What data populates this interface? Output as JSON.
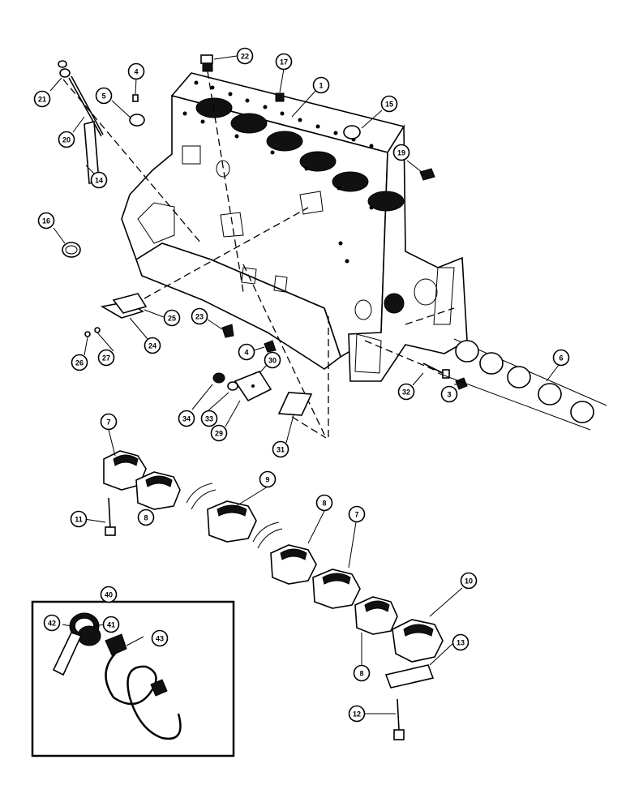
{
  "diagram": {
    "callouts": [
      "1",
      "3",
      "4",
      "4",
      "5",
      "6",
      "7",
      "7",
      "8",
      "8",
      "8",
      "9",
      "10",
      "11",
      "12",
      "13",
      "14",
      "15",
      "16",
      "17",
      "19",
      "20",
      "21",
      "22",
      "23",
      "24",
      "25",
      "26",
      "27",
      "29",
      "30",
      "31",
      "32",
      "33",
      "34",
      "40",
      "41",
      "42",
      "43"
    ]
  }
}
